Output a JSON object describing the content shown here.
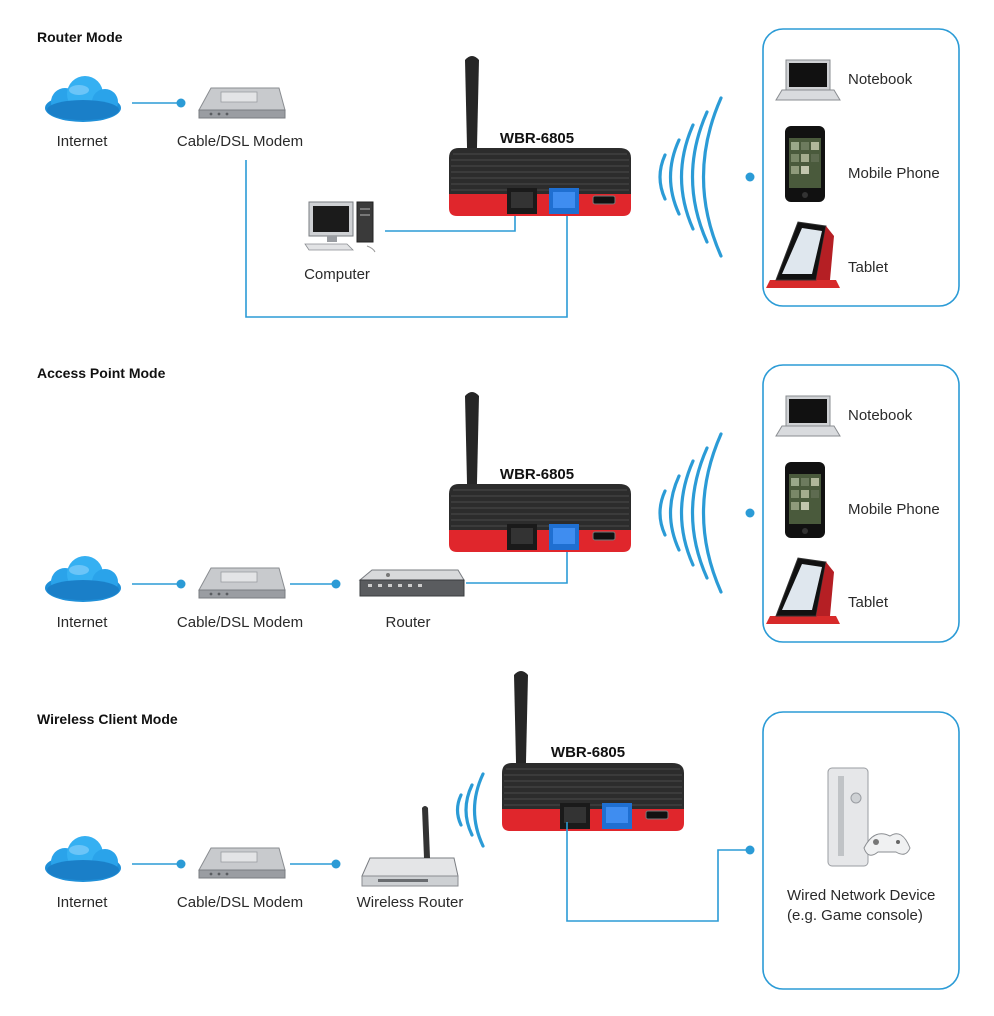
{
  "sections": {
    "router_mode": {
      "title": "Router Mode",
      "model": "WBR-6805",
      "labels": {
        "internet": "Internet",
        "modem": "Cable/DSL Modem",
        "computer": "Computer",
        "notebook": "Notebook",
        "mobile": "Mobile Phone",
        "tablet": "Tablet"
      }
    },
    "ap_mode": {
      "title": "Access Point Mode",
      "model": "WBR-6805",
      "labels": {
        "internet": "Internet",
        "modem": "Cable/DSL Modem",
        "router": "Router",
        "notebook": "Notebook",
        "mobile": "Mobile Phone",
        "tablet": "Tablet"
      }
    },
    "client_mode": {
      "title": "Wireless Client Mode",
      "model": "WBR-6805",
      "labels": {
        "internet": "Internet",
        "modem": "Cable/DSL Modem",
        "wireless_router": "Wireless Router",
        "wired_device_line1": "Wired Network Device",
        "wired_device_line2": "(e.g. Game console)"
      }
    }
  },
  "colors": {
    "accent": "#2b9bd6",
    "device_red": "#e0262c",
    "device_black": "#2a2a2a",
    "port_blue": "#1f6fd1"
  },
  "icons": [
    "cloud-icon",
    "modem-icon",
    "router-device-icon",
    "computer-icon",
    "notebook-icon",
    "mobile-phone-icon",
    "tablet-icon",
    "wireless-router-icon",
    "game-console-icon",
    "wifi-waves-icon"
  ]
}
